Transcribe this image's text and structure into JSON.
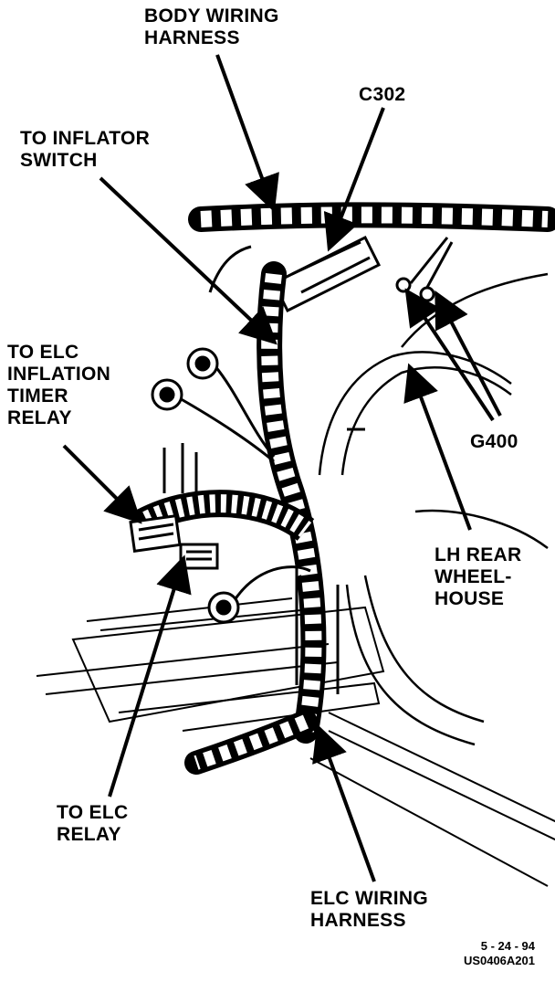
{
  "labels": {
    "body_wiring_harness": [
      "BODY WIRING",
      "HARNESS"
    ],
    "c302": "C302",
    "to_inflator_switch": [
      "TO INFLATOR",
      "SWITCH"
    ],
    "to_elc_inflation_timer_relay": [
      "TO ELC",
      "INFLATION",
      "TIMER",
      "RELAY"
    ],
    "g400": "G400",
    "lh_rear_wheelhouse": [
      "LH REAR",
      "WHEEL-",
      "HOUSE"
    ],
    "to_elc_relay": [
      "TO ELC",
      "RELAY"
    ],
    "elc_wiring_harness": [
      "ELC WIRING",
      "HARNESS"
    ]
  },
  "footer": {
    "date": "5 - 24 - 94",
    "figure_id": "US0406A201"
  },
  "colors": {
    "ink": "#000000",
    "paper": "#ffffff"
  }
}
